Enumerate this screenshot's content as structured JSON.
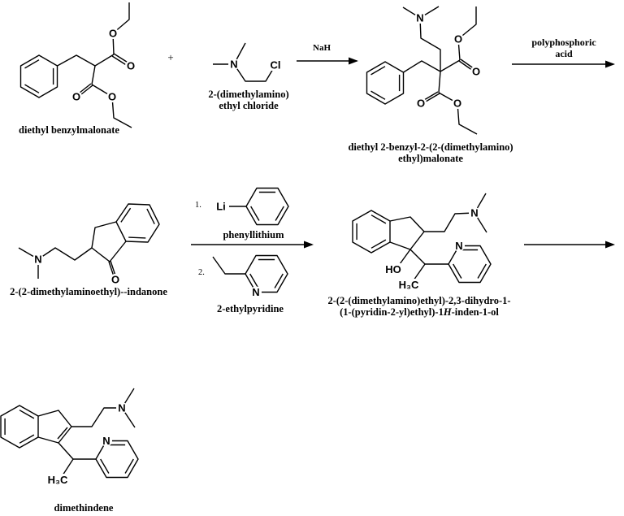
{
  "colors": {
    "ink": "#000000",
    "background": "#ffffff"
  },
  "operators": {
    "plus": "+"
  },
  "arrows": {
    "step1_reagent": "NaH",
    "step2_reagent_line1": "polyphosphoric",
    "step2_reagent_line2": "acid",
    "step3_item1_num": "1.",
    "step3_item1_name": "phenyllithium",
    "step3_item2_num": "2.",
    "step3_item2_name": "2-ethylpyridine"
  },
  "molecules": {
    "m1": {
      "name": "diethyl benzylmalonate",
      "atoms": {
        "o_ester_top": "O",
        "o_carbonyl_top": "O",
        "o_carbonyl_bottom": "O",
        "o_ester_bottom": "O"
      }
    },
    "m2": {
      "name_line1": "2-(dimethylamino)",
      "name_line2": "ethyl chloride",
      "atoms": {
        "n": "N",
        "cl": "Cl"
      }
    },
    "m3": {
      "name_line1": "diethyl 2-benzyl-2-(2-(dimethylamino)",
      "name_line2": "ethyl)malonate",
      "atoms": {
        "n": "N",
        "o_ester_top": "O",
        "o_carbonyl_top": "O",
        "o_carbonyl_bottom": "O",
        "o_ester_bottom": "O"
      }
    },
    "m4": {
      "name": "2-(2-dimethylaminoethyl)--indanone",
      "atoms": {
        "n": "N",
        "o": "O"
      }
    },
    "m5_phenyllithium": {
      "atoms": {
        "li": "Li"
      }
    },
    "m6_ethylpyridine": {
      "atoms": {
        "n": "N"
      }
    },
    "m7": {
      "name_line1": "2-(2-(dimethylamino)ethyl)-2,3-dihydro-1-",
      "name_line2_pre": "(1-(pyridin-2-yl)ethyl)-1",
      "name_line2_italic": "H",
      "name_line2_post": "-inden-1-ol",
      "atoms": {
        "n_amine": "N",
        "n_pyridine": "N",
        "ho": "HO",
        "h3c": "H₃C"
      }
    },
    "m8": {
      "name": "dimethindene",
      "atoms": {
        "n_amine": "N",
        "n_pyridine": "N",
        "h3c": "H₃C"
      }
    }
  }
}
